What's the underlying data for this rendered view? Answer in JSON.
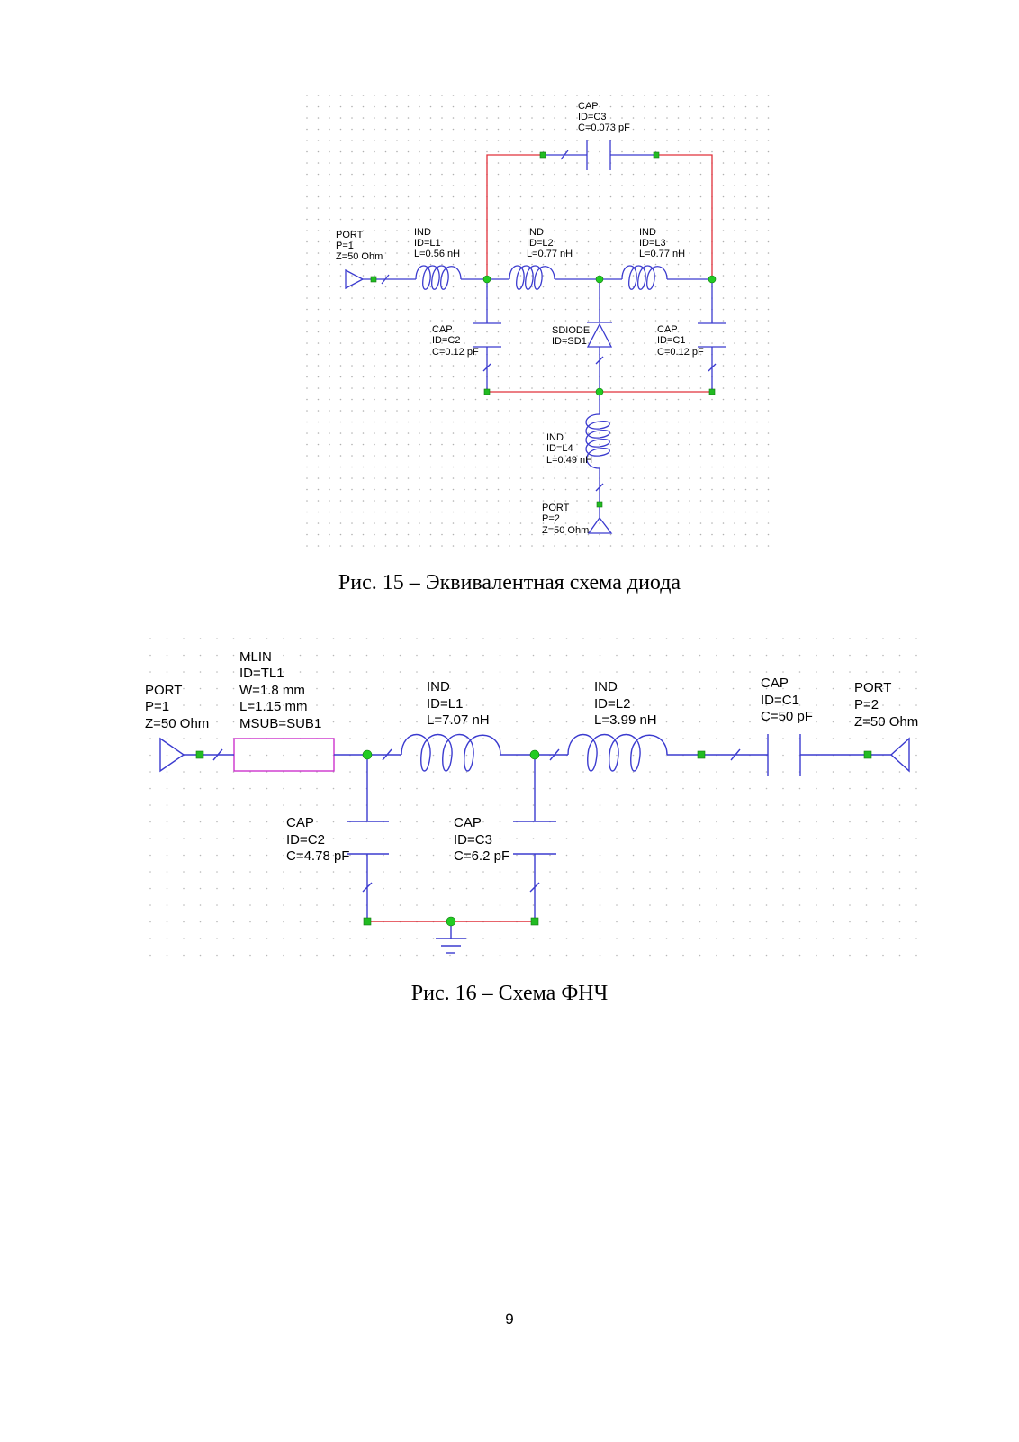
{
  "fig15": {
    "caption": "Рис. 15 – Эквивалентная схема диода",
    "c3": {
      "type": "CAP",
      "id": "ID=C3",
      "value": "C=0.073 pF"
    },
    "port1": {
      "type": "PORT",
      "p": "P=1",
      "z": "Z=50 Ohm"
    },
    "l1": {
      "type": "IND",
      "id": "ID=L1",
      "value": "L=0.56 nH"
    },
    "l2": {
      "type": "IND",
      "id": "ID=L2",
      "value": "L=0.77 nH"
    },
    "l3": {
      "type": "IND",
      "id": "ID=L3",
      "value": "L=0.77 nH"
    },
    "c2": {
      "type": "CAP",
      "id": "ID=C2",
      "value": "C=0.12 pF"
    },
    "sd1": {
      "type": "SDIODE",
      "id": "ID=SD1"
    },
    "c1": {
      "type": "CAP",
      "id": "ID=C1",
      "value": "C=0.12 pF"
    },
    "l4": {
      "type": "IND",
      "id": "ID=L4",
      "value": "L=0.49 nH"
    },
    "port2": {
      "type": "PORT",
      "p": "P=2",
      "z": "Z=50 Ohm"
    }
  },
  "fig16": {
    "caption": "Рис. 16 – Схема ФНЧ",
    "port1": {
      "type": "PORT",
      "p": "P=1",
      "z": "Z=50 Ohm"
    },
    "tl1": {
      "type": "MLIN",
      "id": "ID=TL1",
      "w": "W=1.8 mm",
      "l": "L=1.15 mm",
      "msub": "MSUB=SUB1"
    },
    "l1": {
      "type": "IND",
      "id": "ID=L1",
      "value": "L=7.07 nH"
    },
    "l2": {
      "type": "IND",
      "id": "ID=L2",
      "value": "L=3.99 nH"
    },
    "c1": {
      "type": "CAP",
      "id": "ID=C1",
      "value": "C=50 pF"
    },
    "port2": {
      "type": "PORT",
      "p": "P=2",
      "z": "Z=50 Ohm"
    },
    "c2": {
      "type": "CAP",
      "id": "ID=C2",
      "value": "C=4.78 pF"
    },
    "c3": {
      "type": "CAP",
      "id": "ID=C3",
      "value": "C=6.2 pF"
    }
  },
  "page_number": "9",
  "colors": {
    "wire": "#3b3bcf",
    "ground_wire": "#e0303a",
    "node": "#22cc22",
    "terminal": "#22bb22",
    "mlin": "#cc33cc",
    "grid": "#b8b8b8"
  }
}
